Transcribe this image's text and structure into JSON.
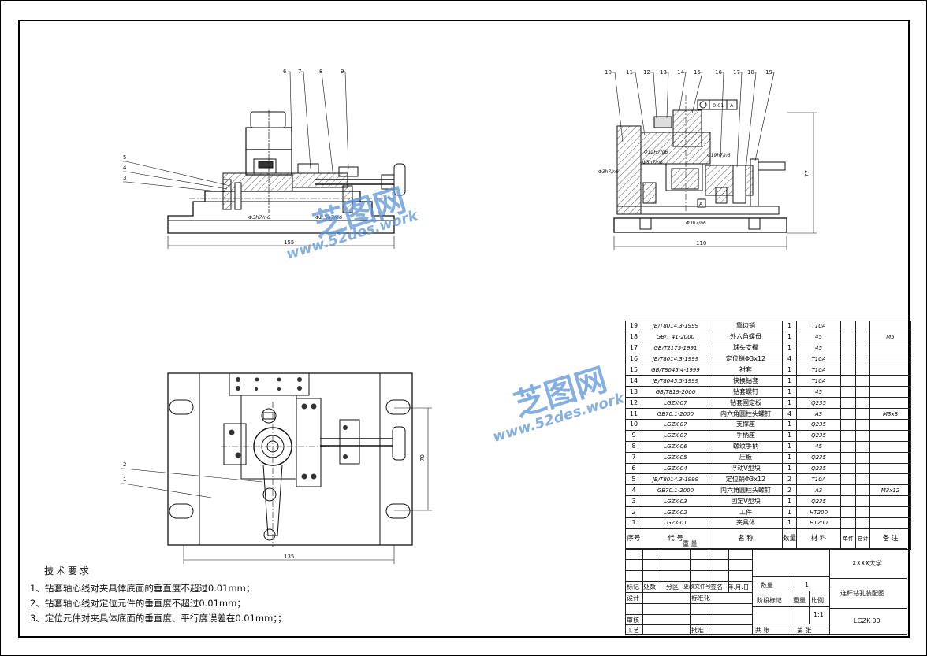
{
  "tech_requirements": {
    "title": "技术要求",
    "lines": [
      "1、钻套轴心线对夹具体底面的垂直度不超过0.01mm；",
      "2、钻套轴心线对定位元件的垂直度不超过0.01mm；",
      "3、定位元件对夹具体底面的垂直度、平行度误差在0.01mm；；"
    ]
  },
  "front_view": {
    "callouts": [
      "6",
      "7",
      "8",
      "9",
      "5",
      "4",
      "3"
    ],
    "fits": [
      "Φ3h7/n6",
      "Φ2.5h7/n6"
    ],
    "width_dim": "155"
  },
  "side_view": {
    "callouts": [
      "10",
      "11",
      "12",
      "13",
      "14",
      "15",
      "16",
      "17",
      "18",
      "19"
    ],
    "fits": [
      "Φ12H7/g6",
      "Φ3h7/n6",
      "Φ19h7/n6",
      "Φ3h7/n6",
      "Φ3h7/n6"
    ],
    "tolerance": "0.01",
    "datum": "A",
    "height_dim": "77",
    "width_dim": "110"
  },
  "top_view": {
    "callouts": [
      "2",
      "1"
    ],
    "height_dim": "70",
    "width_dim": "135"
  },
  "bom": {
    "rows": [
      {
        "no": "19",
        "code": "JB/T8014.3-1999",
        "name": "靠边销",
        "qty": "1",
        "mat": "T10A",
        "note": ""
      },
      {
        "no": "18",
        "code": "GB/T 41-2000",
        "name": "外六角螺母",
        "qty": "1",
        "mat": "45",
        "note": "M5"
      },
      {
        "no": "17",
        "code": "GB/T2175-1991",
        "name": "球头支撑",
        "qty": "1",
        "mat": "45",
        "note": ""
      },
      {
        "no": "16",
        "code": "JB/T8014.3-1999",
        "name": "定位销Φ3x12",
        "qty": "4",
        "mat": "T10A",
        "note": ""
      },
      {
        "no": "15",
        "code": "GB/T8045.4-1999",
        "name": "衬套",
        "qty": "1",
        "mat": "T10A",
        "note": ""
      },
      {
        "no": "14",
        "code": "JB/T8045.5-1999",
        "name": "快换钻套",
        "qty": "1",
        "mat": "T10A",
        "note": ""
      },
      {
        "no": "13",
        "code": "GB/T819-2000",
        "name": "钻套螺钉",
        "qty": "1",
        "mat": "45",
        "note": ""
      },
      {
        "no": "12",
        "code": "LGZK-07",
        "name": "钻套固定板",
        "qty": "1",
        "mat": "Q235",
        "note": ""
      },
      {
        "no": "11",
        "code": "GB70.1-2000",
        "name": "内六角圆柱头螺钉",
        "qty": "4",
        "mat": "A3",
        "note": "M3x8"
      },
      {
        "no": "10",
        "code": "LGZK-07",
        "name": "支撑座",
        "qty": "1",
        "mat": "Q235",
        "note": ""
      },
      {
        "no": "9",
        "code": "LGZK-07",
        "name": "手柄座",
        "qty": "1",
        "mat": "Q235",
        "note": ""
      },
      {
        "no": "8",
        "code": "LGZK-06",
        "name": "螺纹手柄",
        "qty": "1",
        "mat": "45",
        "note": ""
      },
      {
        "no": "7",
        "code": "LGZK-05",
        "name": "压板",
        "qty": "1",
        "mat": "Q235",
        "note": ""
      },
      {
        "no": "6",
        "code": "LGZK-04",
        "name": "浮动V型块",
        "qty": "1",
        "mat": "Q235",
        "note": ""
      },
      {
        "no": "5",
        "code": "JB/T8014.3-1999",
        "name": "定位销Φ3x12",
        "qty": "2",
        "mat": "T10A",
        "note": ""
      },
      {
        "no": "4",
        "code": "GB70.1-2000",
        "name": "内六角圆柱头螺钉",
        "qty": "2",
        "mat": "A3",
        "note": "M3x12"
      },
      {
        "no": "3",
        "code": "LGZK-03",
        "name": "固定V型块",
        "qty": "1",
        "mat": "Q235",
        "note": ""
      },
      {
        "no": "2",
        "code": "LGZK-02",
        "name": "工件",
        "qty": "1",
        "mat": "HT200",
        "note": ""
      },
      {
        "no": "1",
        "code": "LGZK-01",
        "name": "夹具体",
        "qty": "1",
        "mat": "HT200",
        "note": ""
      }
    ],
    "header": {
      "no": "序号",
      "code": "代     号",
      "name": "名     称",
      "qty": "数量",
      "mat": "材     料",
      "single": "单件",
      "total": "总计",
      "weight": "重     量",
      "note": "备 注"
    }
  },
  "title_block": {
    "university": "XXXX大学",
    "drawing_name": "连杆钻孔装配图",
    "drawing_no": "LGZK-00",
    "quantity_label": "数量",
    "quantity": "1",
    "stage_label": "阶段标记",
    "weight_label": "重量",
    "scale_label": "比例",
    "scale": "1:1",
    "sheets_total": "共    张",
    "sheet_no": "第    张",
    "mark_label": "标记",
    "places_label": "处数",
    "zone_label": "分区",
    "change_doc_label": "更改文件号",
    "sign_label": "签名",
    "date_label": "年.月.日",
    "design_label": "设计",
    "std_label": "标准化",
    "review_label": "审核",
    "process_label": "工艺",
    "approve_label": "批准"
  },
  "watermark": {
    "brand": "芝图网",
    "url": "www.52des.work"
  }
}
